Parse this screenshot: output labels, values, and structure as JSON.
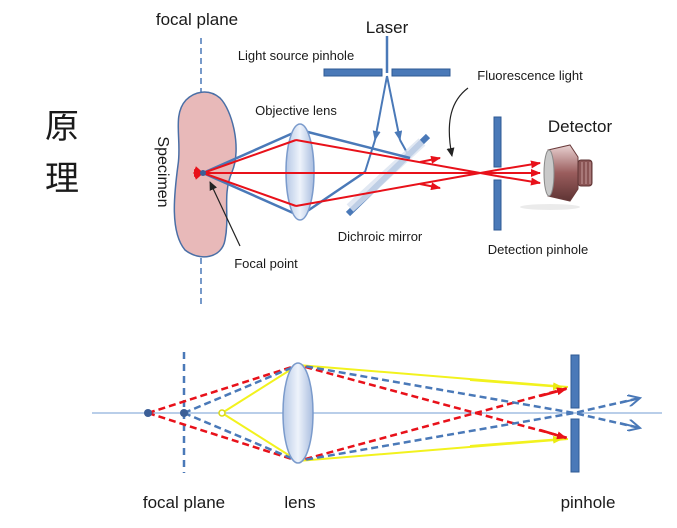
{
  "title": "原理",
  "top": {
    "focal_plane": "focal plane",
    "laser": "Laser",
    "light_source_pinhole": "Light source pinhole",
    "fluorescence_light": "Fluorescence light",
    "objective_lens": "Objective lens",
    "detector": "Detector",
    "specimen": "Specimen",
    "dichroic_mirror": "Dichroic mirror",
    "detection_pinhole": "Detection pinhole",
    "focal_point": "Focal point"
  },
  "bottom": {
    "focal_plane": "focal plane",
    "lens": "lens",
    "pinhole": "pinhole"
  },
  "colors": {
    "red": "#e8111a",
    "blue": "#4a79b8",
    "yellow": "#f2f21e",
    "dark_blue": "#3b5f97",
    "specimen_fill": "#e8b9b9"
  }
}
